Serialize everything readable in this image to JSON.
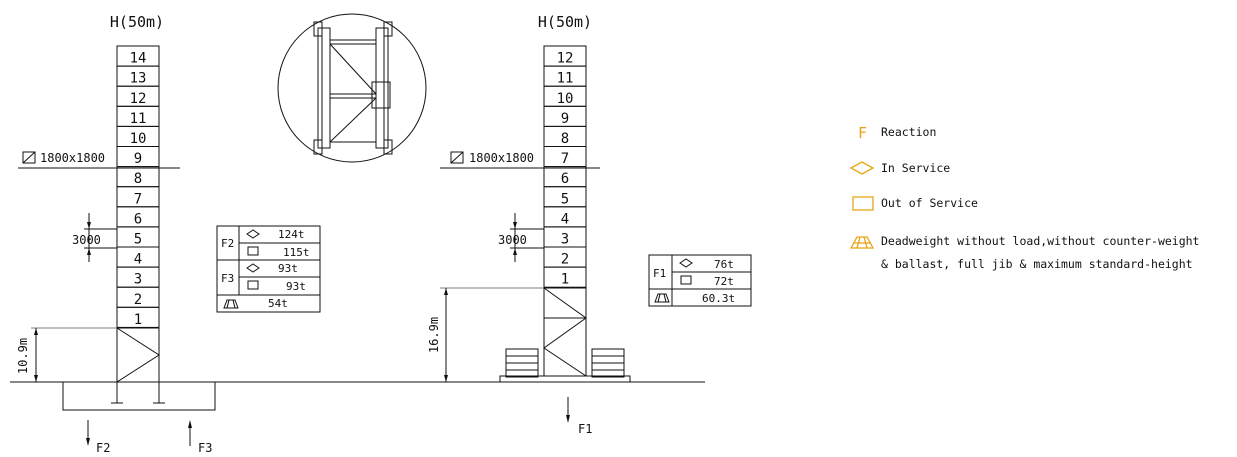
{
  "left_tower": {
    "title": "H(50m)",
    "segments": [
      "14",
      "13",
      "12",
      "11",
      "10",
      "9",
      "8",
      "7",
      "6",
      "5",
      "4",
      "3",
      "2",
      "1"
    ],
    "section_label": "1800x1800",
    "spacing_label": "3000",
    "height_label": "10.9m",
    "reaction_rows": [
      {
        "group": "F2",
        "icon": "in-service",
        "value": "124t"
      },
      {
        "group": "",
        "icon": "out-of-service",
        "value": "115t"
      },
      {
        "group": "F3",
        "icon": "in-service",
        "value": "93t"
      },
      {
        "group": "",
        "icon": "out-of-service",
        "value": "93t"
      },
      {
        "group": "",
        "icon": "deadweight",
        "value": "54t"
      }
    ],
    "force_labels": {
      "f2": "F2",
      "f3": "F3"
    }
  },
  "right_tower": {
    "title": "H(50m)",
    "segments": [
      "12",
      "11",
      "10",
      "9",
      "8",
      "7",
      "6",
      "5",
      "4",
      "3",
      "2",
      "1"
    ],
    "section_label": "1800x1800",
    "spacing_label": "3000",
    "height_label": "16.9m",
    "reaction_rows": [
      {
        "group": "F1",
        "icon": "in-service",
        "value": "76t"
      },
      {
        "group": "",
        "icon": "out-of-service",
        "value": "72t"
      },
      {
        "group": "",
        "icon": "deadweight",
        "value": "60.3t"
      }
    ],
    "force_labels": {
      "f1": "F1"
    }
  },
  "legend": {
    "reaction_symbol": "F",
    "reaction": "Reaction",
    "in_service": "In Service",
    "out_of_service": "Out of Service",
    "deadweight_line1": "Deadweight without load,without counter-weight",
    "deadweight_line2": "& ballast, full jib & maximum standard-height"
  },
  "colors": {
    "accent": "#e8a317",
    "ink": "#111111"
  }
}
